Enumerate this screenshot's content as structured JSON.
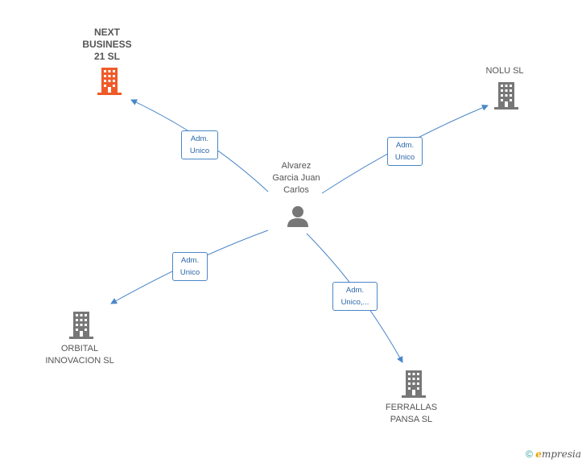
{
  "center": {
    "name_lines": [
      "Alvarez",
      "Garcia Juan",
      "Carlos"
    ],
    "icon": "person-icon"
  },
  "companies": [
    {
      "id": "next",
      "name_lines": [
        "NEXT",
        "BUSINESS",
        "21 SL"
      ],
      "color": "#f05a28",
      "highlight": true
    },
    {
      "id": "nolu",
      "name_lines": [
        "NOLU SL"
      ],
      "color": "#777777",
      "highlight": false
    },
    {
      "id": "orbital",
      "name_lines": [
        "ORBITAL",
        "INNOVACION SL"
      ],
      "color": "#777777",
      "highlight": false
    },
    {
      "id": "ferrallas",
      "name_lines": [
        "FERRALLAS",
        "PANSA SL"
      ],
      "color": "#777777",
      "highlight": false
    }
  ],
  "edges": [
    {
      "to": "next",
      "label_lines": [
        "Adm.",
        "Unico"
      ]
    },
    {
      "to": "nolu",
      "label_lines": [
        "Adm.",
        "Unico"
      ]
    },
    {
      "to": "orbital",
      "label_lines": [
        "Adm.",
        "Unico"
      ]
    },
    {
      "to": "ferrallas",
      "label_lines": [
        "Adm.",
        "Unico,..."
      ]
    }
  ],
  "colors": {
    "edge": "#4a86c8",
    "building": "#777777",
    "highlight": "#f05a28"
  },
  "watermark": {
    "symbol": "©",
    "brand_initial": "e",
    "brand_rest": "mpresia"
  }
}
